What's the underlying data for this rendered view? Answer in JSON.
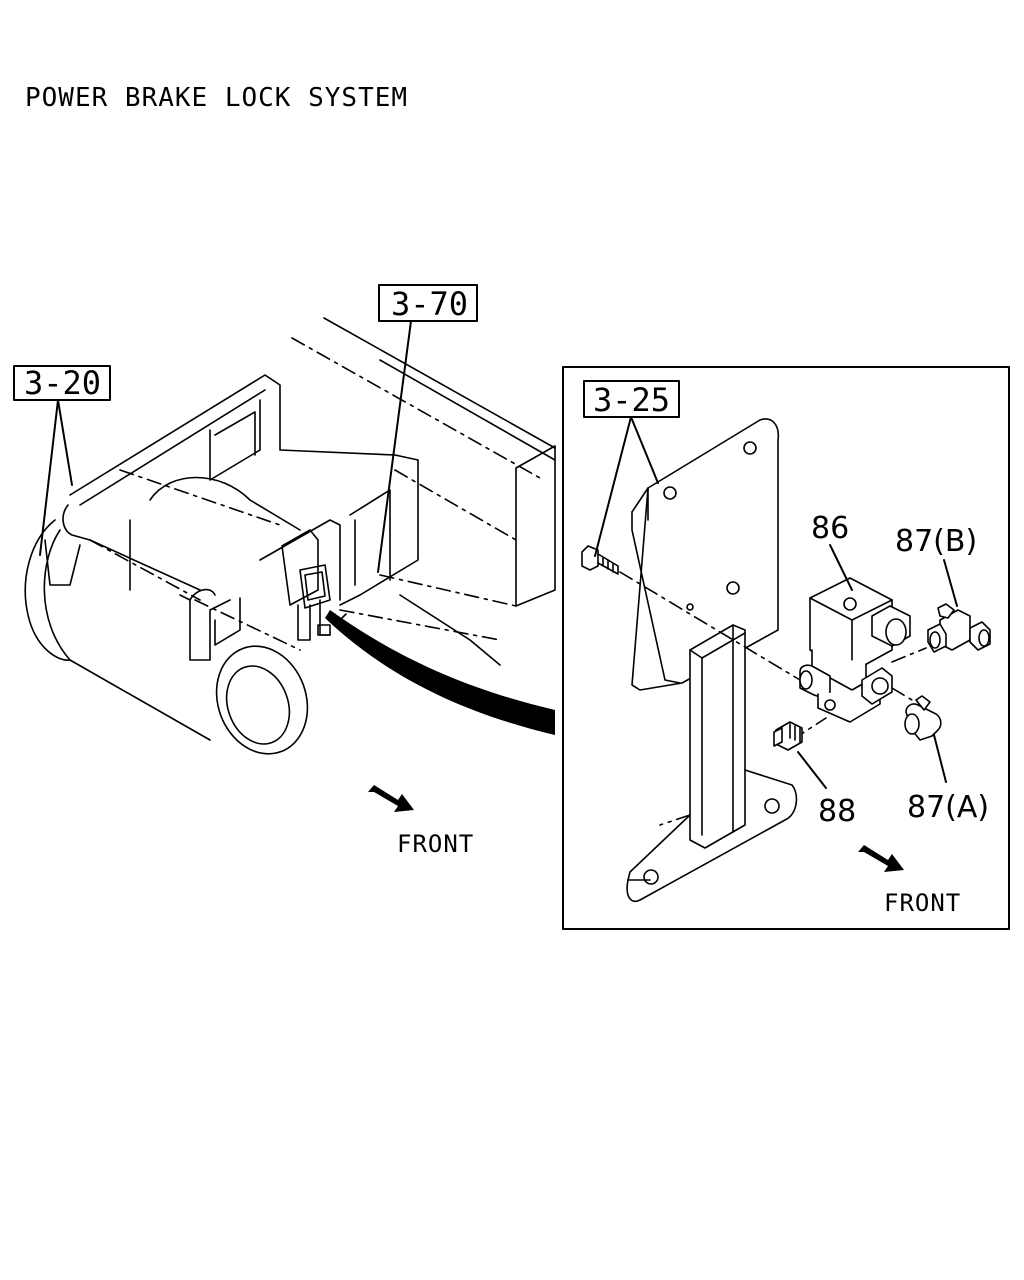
{
  "title": "POWER BRAKE LOCK SYSTEM",
  "refs": {
    "r_3_20": "3-20",
    "r_3_70": "3-70",
    "r_3_25": "3-25"
  },
  "parts": {
    "p86": "86",
    "p87b": "87(B)",
    "p87a": "87(A)",
    "p88": "88"
  },
  "direction": {
    "front_main": "FRONT",
    "front_detail": "FRONT"
  },
  "icons": [
    "front-arrow-icon",
    "front-arrow-icon"
  ],
  "colors": {
    "line": "#000000",
    "background": "#ffffff"
  }
}
